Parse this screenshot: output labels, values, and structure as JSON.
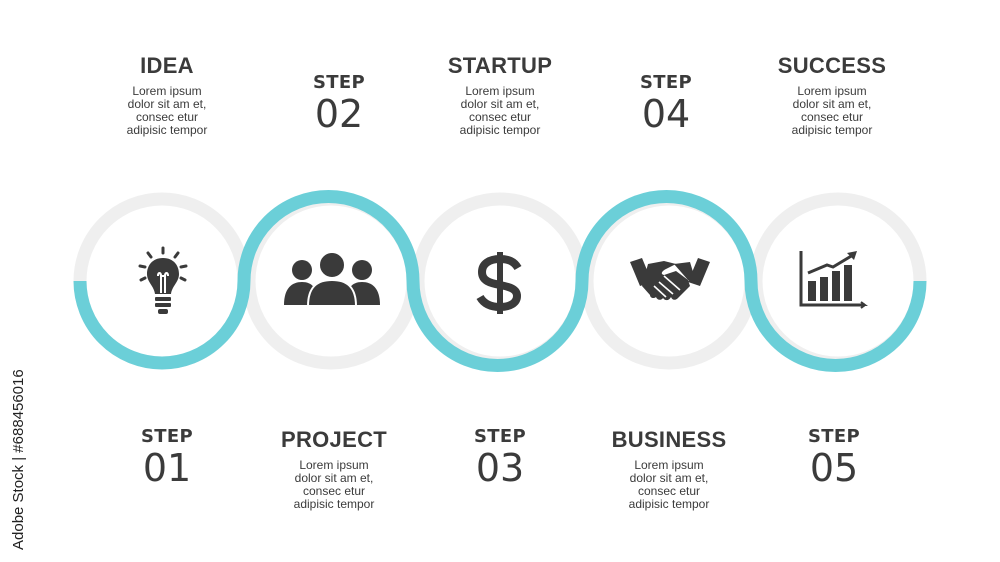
{
  "colors": {
    "teal": "#6BCFD8",
    "gray_ring": "#EFEFEF",
    "text": "#3B3B3B",
    "icon": "#3A3A3A"
  },
  "top_items": [
    {
      "title": "IDEA",
      "lines": [
        "Lorem ipsum",
        "dolor sit am et,",
        "consec etur",
        "adipisic tempor"
      ]
    },
    {
      "title": "STARTUP",
      "lines": [
        "Lorem ipsum",
        "dolor sit am et,",
        "consec etur",
        "adipisic tempor"
      ]
    },
    {
      "title": "SUCCESS",
      "lines": [
        "Lorem ipsum",
        "dolor sit am et,",
        "consec etur",
        "adipisic tempor"
      ]
    }
  ],
  "bottom_items": [
    {
      "title": "PROJECT",
      "lines": [
        "Lorem ipsum",
        "dolor sit am et,",
        "consec etur",
        "adipisic tempor"
      ]
    },
    {
      "title": "BUSINESS",
      "lines": [
        "Lorem ipsum",
        "dolor sit am et,",
        "consec etur",
        "adipisic tempor"
      ]
    }
  ],
  "steps": [
    {
      "word": "STEP",
      "number": "01",
      "icon": "lightbulb-icon"
    },
    {
      "word": "STEP",
      "number": "02",
      "icon": "people-icon"
    },
    {
      "word": "STEP",
      "number": "03",
      "icon": "dollar-icon"
    },
    {
      "word": "STEP",
      "number": "04",
      "icon": "handshake-icon"
    },
    {
      "word": "STEP",
      "number": "05",
      "icon": "growth-chart-icon"
    }
  ],
  "watermark": "Adobe Stock | #688456016"
}
